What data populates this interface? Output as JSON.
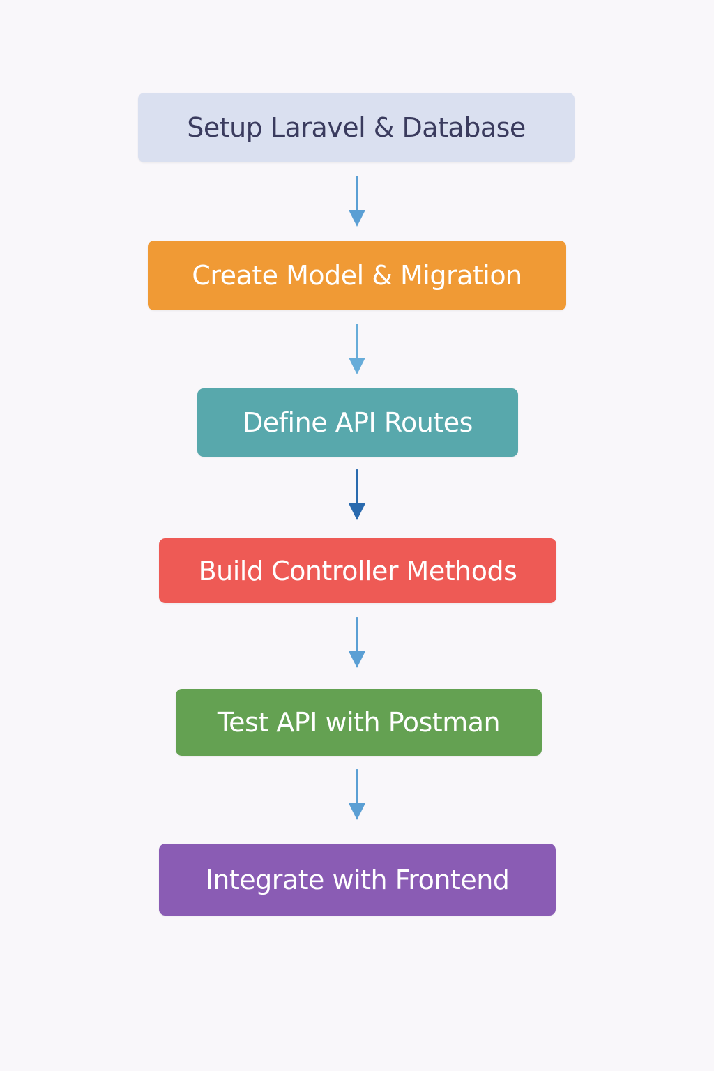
{
  "diagram": {
    "type": "vertical-flowchart",
    "steps": [
      {
        "label": "Setup Laravel & Database",
        "bg": "#dae0f0",
        "fg": "#3a3b5e"
      },
      {
        "label": "Create Model & Migration",
        "bg": "#f09a35",
        "fg": "#ffffff"
      },
      {
        "label": "Define API Routes",
        "bg": "#58a8ac",
        "fg": "#ffffff"
      },
      {
        "label": "Build Controller Methods",
        "bg": "#ee5a55",
        "fg": "#ffffff"
      },
      {
        "label": "Test API with Postman",
        "bg": "#64a152",
        "fg": "#ffffff"
      },
      {
        "label": "Integrate with Frontend",
        "bg": "#8a5cb4",
        "fg": "#ffffff"
      }
    ],
    "connectors": [
      {
        "from": 0,
        "to": 1,
        "color": "#5b9fd4"
      },
      {
        "from": 1,
        "to": 2,
        "color": "#67acd9"
      },
      {
        "from": 2,
        "to": 3,
        "color": "#2a6aae"
      },
      {
        "from": 3,
        "to": 4,
        "color": "#5b9fd4"
      },
      {
        "from": 4,
        "to": 5,
        "color": "#5b9fd4"
      }
    ]
  }
}
